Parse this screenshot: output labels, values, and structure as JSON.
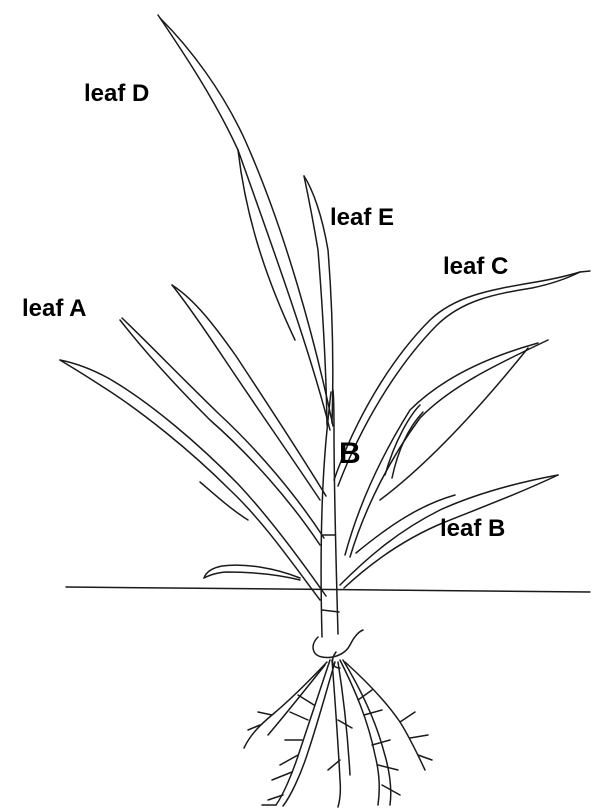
{
  "labels": {
    "leaf_d": "leaf D",
    "leaf_e": "leaf E",
    "leaf_c": "leaf C",
    "leaf_a": "leaf A",
    "leaf_b": "leaf B",
    "stem_marker": "B"
  },
  "colors": {
    "ink": "#1a1a1a",
    "background": "#ffffff"
  }
}
